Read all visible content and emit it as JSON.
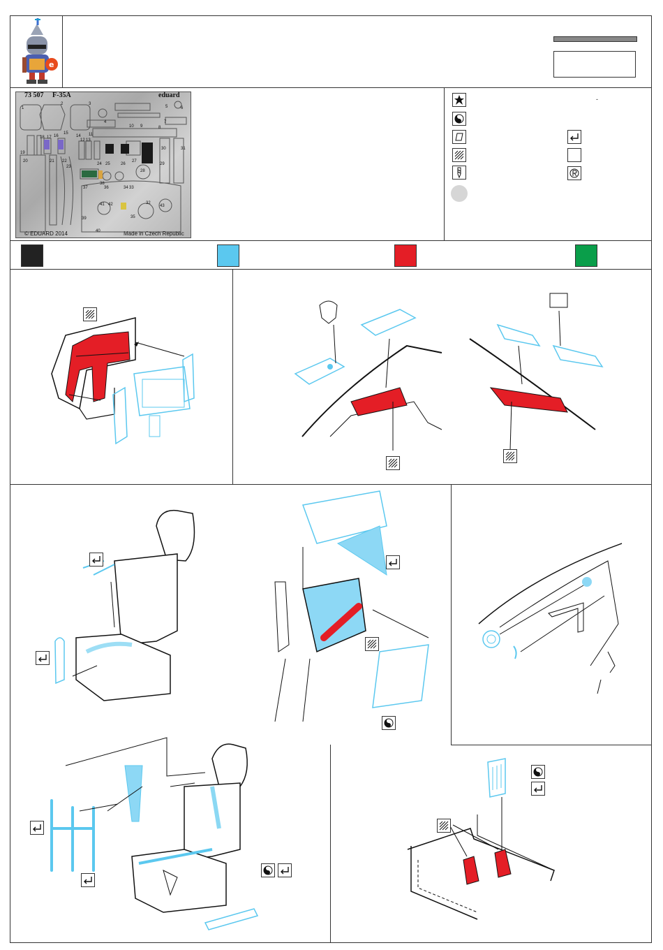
{
  "fret": {
    "product_code": "73 507",
    "model_name": "F-35A",
    "brand": "eduard",
    "copyright": "© EDUARD 2014",
    "origin": "Made in Czech Republic",
    "part_numbers": [
      "1",
      "2",
      "3",
      "4",
      "5",
      "6",
      "7",
      "8",
      "9",
      "10",
      "11",
      "12",
      "13",
      "14",
      "15",
      "16",
      "17",
      "18",
      "19",
      "20",
      "21",
      "22",
      "23",
      "24",
      "25",
      "26",
      "27",
      "28",
      "29",
      "30",
      "31",
      "32",
      "33",
      "34",
      "35",
      "36",
      "37",
      "38",
      "39",
      "40",
      "41",
      "42",
      "43"
    ]
  },
  "colors": {
    "black": "#222222",
    "light_blue": "#5bc8ef",
    "red": "#e41e26",
    "green": "#0a9e4a"
  },
  "legend_icons": [
    "star-icon",
    "yin-yang-icon",
    "fold-icon",
    "sand-icon",
    "drill-icon",
    "grey-dot-icon",
    "bend-icon",
    "blank-square-icon",
    "registered-icon"
  ],
  "instruction_icons": [
    "bend-icon",
    "sand-icon",
    "yin-yang-icon"
  ]
}
